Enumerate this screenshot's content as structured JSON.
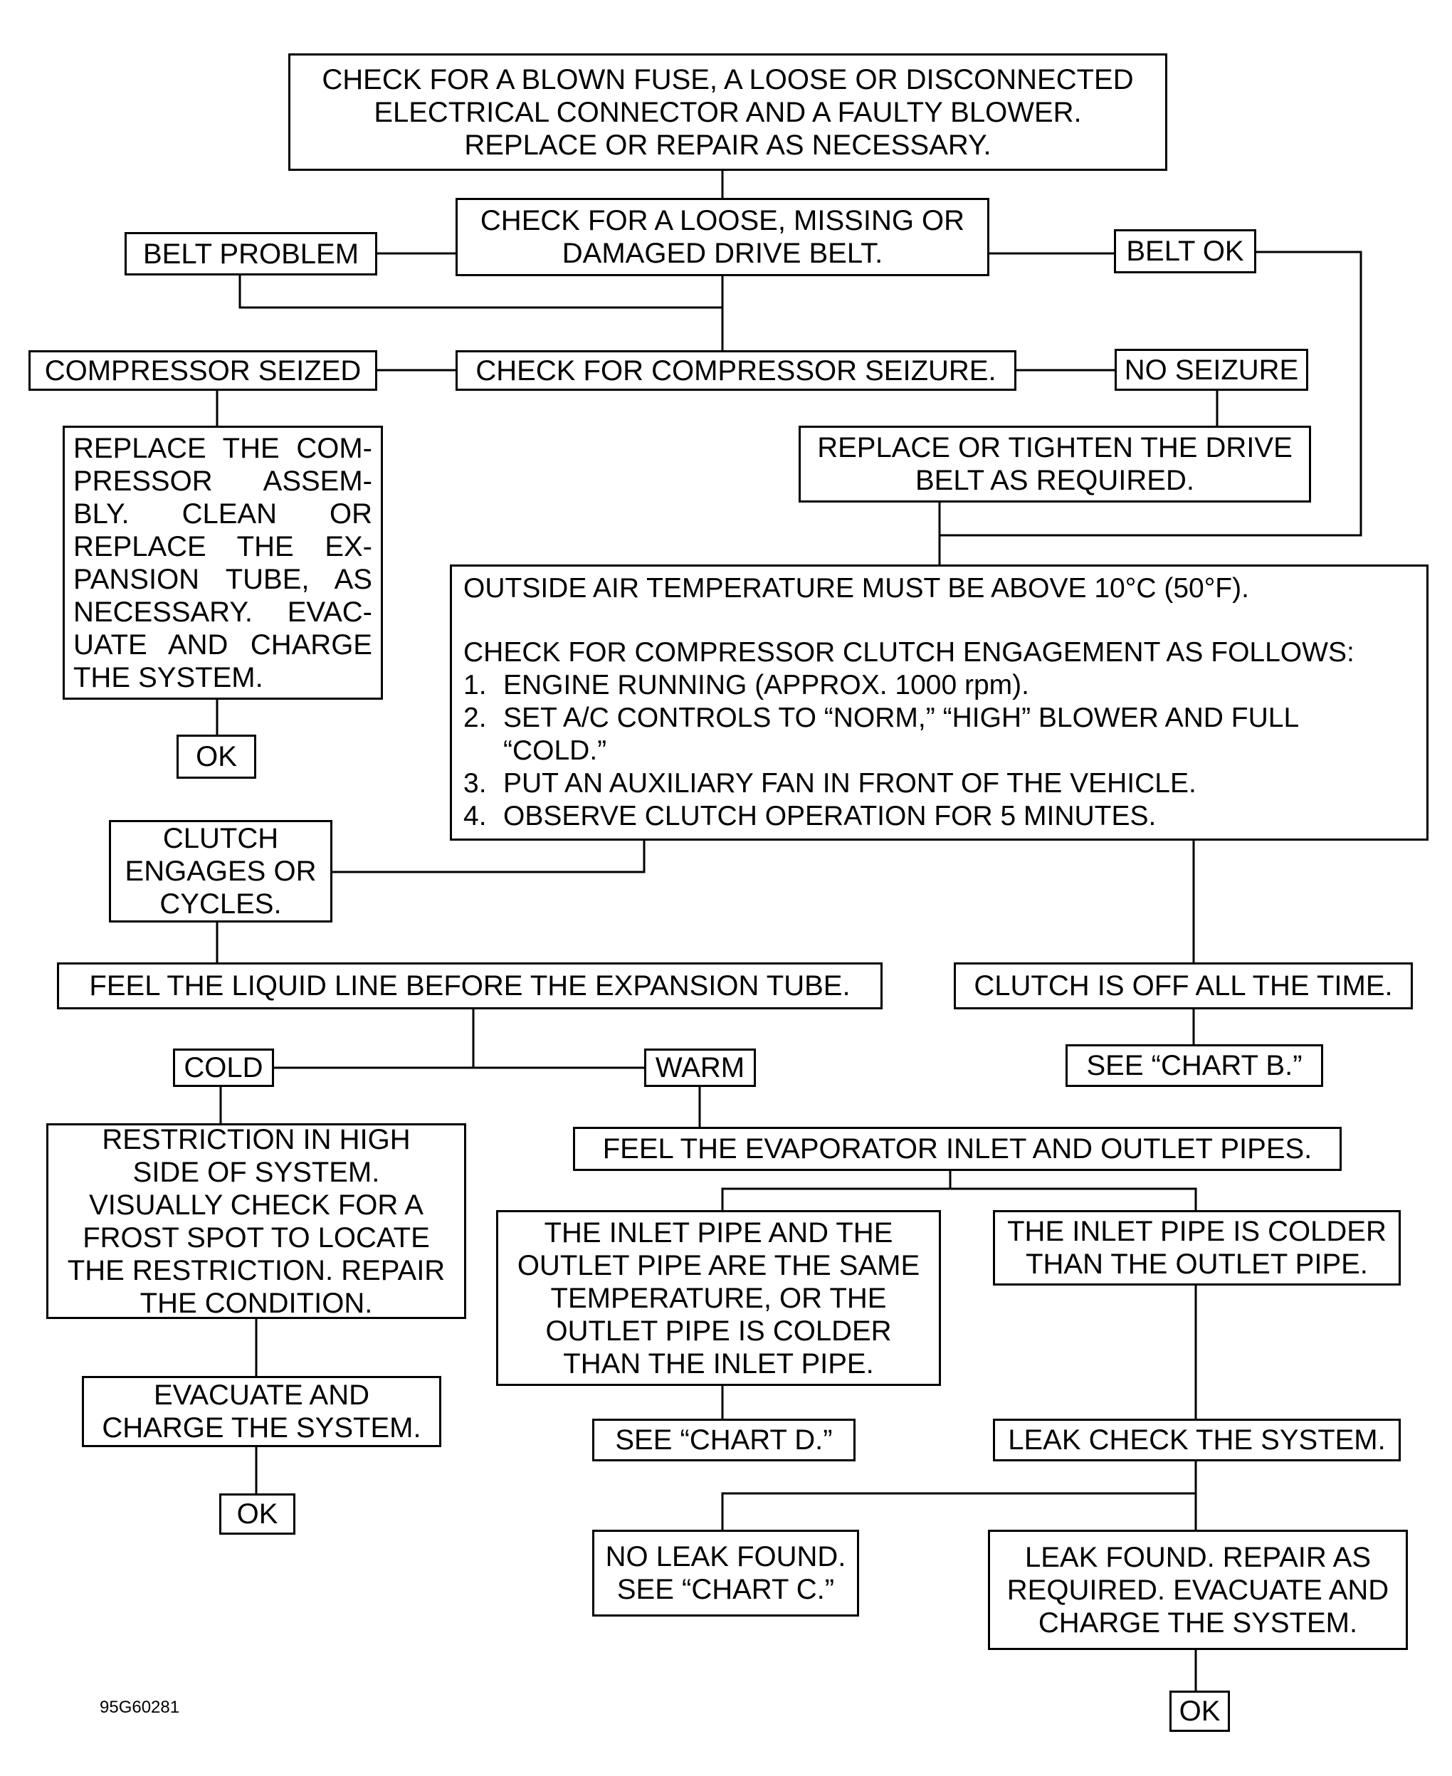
{
  "flowchart": {
    "n1": [
      "CHECK FOR A BLOWN FUSE, A LOOSE OR DISCONNECTED",
      "ELECTRICAL CONNECTOR AND A FAULTY BLOWER.",
      "REPLACE OR REPAIR AS NECESSARY."
    ],
    "n2": [
      "CHECK FOR A LOOSE, MISSING OR",
      "DAMAGED DRIVE BELT."
    ],
    "belt_problem": "BELT PROBLEM",
    "belt_ok": "BELT OK",
    "n3": "CHECK FOR COMPRESSOR SEIZURE.",
    "compressor_seized": "COMPRESSOR SEIZED",
    "no_seizure": "NO SEIZURE",
    "replace_compressor": [
      "REPLACE THE COM-",
      "PRESSOR ASSEM-",
      "BLY. CLEAN OR",
      "REPLACE THE EX-",
      "PANSION TUBE, AS",
      "NECESSARY. EVAC-",
      "UATE AND CHARGE",
      "THE SYSTEM."
    ],
    "ok1": "OK",
    "replace_belt": [
      "REPLACE OR TIGHTEN THE DRIVE",
      "BELT AS REQUIRED."
    ],
    "clutch_check": {
      "intro": "OUTSIDE AIR TEMPERATURE MUST BE ABOVE 10°C (50°F).",
      "heading": "CHECK FOR COMPRESSOR CLUTCH ENGAGEMENT AS FOLLOWS:",
      "steps": [
        {
          "num": "1.",
          "lines": [
            "ENGINE RUNNING (APPROX. 1000 rpm)."
          ]
        },
        {
          "num": "2.",
          "lines": [
            "SET A/C CONTROLS TO “NORM,” “HIGH” BLOWER AND FULL",
            "“COLD.”"
          ]
        },
        {
          "num": "3.",
          "lines": [
            "PUT AN AUXILIARY FAN IN FRONT OF THE VEHICLE."
          ]
        },
        {
          "num": "4.",
          "lines": [
            "OBSERVE CLUTCH OPERATION FOR 5 MINUTES."
          ]
        }
      ]
    },
    "clutch_engages": [
      "CLUTCH",
      "ENGAGES OR",
      "CYCLES."
    ],
    "clutch_off": "CLUTCH IS OFF ALL THE TIME.",
    "see_chart_b": "SEE “CHART B.”",
    "feel_liquid": "FEEL THE LIQUID LINE BEFORE THE EXPANSION TUBE.",
    "cold": "COLD",
    "warm": "WARM",
    "restriction": [
      "RESTRICTION IN HIGH",
      "SIDE OF SYSTEM.",
      "VISUALLY CHECK FOR A",
      "FROST SPOT TO LOCATE",
      "THE RESTRICTION. REPAIR",
      "THE CONDITION."
    ],
    "evacuate": [
      "EVACUATE AND",
      "CHARGE THE SYSTEM."
    ],
    "ok2": "OK",
    "feel_evap": "FEEL THE EVAPORATOR INLET AND OUTLET PIPES.",
    "same_temp": [
      "THE INLET PIPE AND THE",
      "OUTLET PIPE ARE THE SAME",
      "TEMPERATURE, OR THE",
      "OUTLET PIPE IS COLDER",
      "THAN THE INLET PIPE."
    ],
    "inlet_colder": [
      "THE INLET PIPE IS COLDER",
      "THAN THE OUTLET PIPE."
    ],
    "see_chart_d": "SEE “CHART D.”",
    "leak_check": "LEAK CHECK THE SYSTEM.",
    "no_leak": [
      "NO LEAK FOUND.",
      "SEE “CHART C.”"
    ],
    "leak_found": [
      "LEAK FOUND. REPAIR AS",
      "REQUIRED. EVACUATE AND",
      "CHARGE THE SYSTEM."
    ],
    "ok3": "OK"
  },
  "figure_code": "95G60281"
}
